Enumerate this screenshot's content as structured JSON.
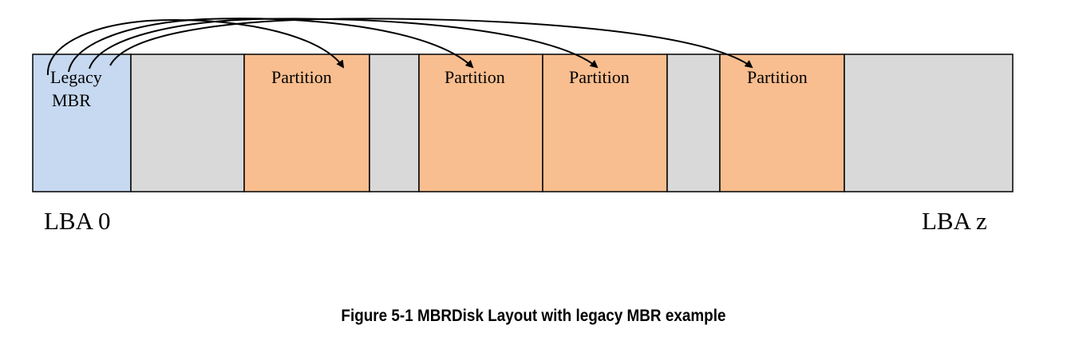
{
  "diagram": {
    "segments": [
      {
        "type": "mbr",
        "lines": [
          "Legacy",
          "MBR"
        ]
      },
      {
        "type": "free"
      },
      {
        "type": "partition",
        "label": "Partition"
      },
      {
        "type": "free"
      },
      {
        "type": "partition",
        "label": "Partition"
      },
      {
        "type": "partition",
        "label": "Partition"
      },
      {
        "type": "free"
      },
      {
        "type": "partition",
        "label": "Partition"
      },
      {
        "type": "free"
      }
    ],
    "lba_start": "LBA 0",
    "lba_end": "LBA z",
    "colors": {
      "mbr": "#c6d9f1",
      "partition": "#f9be8f",
      "free": "#d9d9d9",
      "outline": "#000000"
    }
  },
  "caption": "Figure 5-1 MBRDisk Layout with legacy MBR example"
}
